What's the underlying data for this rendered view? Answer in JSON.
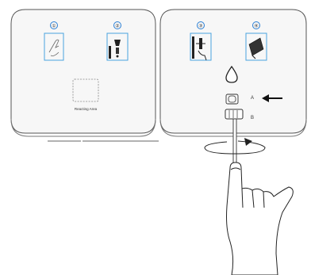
{
  "steps": [
    {
      "number": "①",
      "icon": "hand-swipe-icon"
    },
    {
      "number": "②",
      "icon": "sample-tube-icon"
    },
    {
      "number": "③",
      "icon": "press-tube-icon"
    },
    {
      "number": "④",
      "icon": "fold-card-icon"
    }
  ],
  "left_panel": {
    "reading_area_label": "Reacting Area"
  },
  "right_panel": {
    "label_a": "A",
    "label_b": "B"
  },
  "icons": {
    "drop": "drop-icon",
    "arrow": "arrow-left-icon",
    "swab": "swab-icon",
    "rotation": "rotation-arrow-icon",
    "hand": "hand-icon"
  }
}
